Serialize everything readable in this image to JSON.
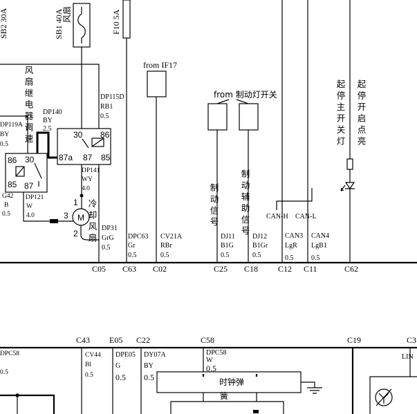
{
  "fuses": {
    "sb2": "SB2 30A",
    "sb1": "SB1 40A",
    "sb1_name": "风扇",
    "f10": "F10 5A"
  },
  "sources": {
    "if17": "from IF17",
    "brake_switch": "from 制动灯开关"
  },
  "captions": {
    "fan_relay_speed": "风扇继电器调速",
    "cooling_fan": "冷却风扇",
    "brake_signal": "制动信号",
    "brake_aux_signal": "制动辅助信号",
    "start_stop_main_switch_lamp": "起停主开关灯",
    "start_stop_on_light": "起停开启点亮"
  },
  "relay1": {
    "pin86": "86",
    "pin30": "30",
    "pin85": "85",
    "pin87": "87"
  },
  "relay2": {
    "pin30": "30",
    "pin86": "86",
    "pin87a": "87a",
    "pin87": "87",
    "pin85": "85"
  },
  "motor": {
    "symbol": "M",
    "pin1": "1",
    "pin2": "2",
    "pin3": "3"
  },
  "can": {
    "high": "CAN-H",
    "low": "CAN-L"
  },
  "wires": {
    "dp119a": {
      "id": "DP119A",
      "color": "BY",
      "gauge": "0.5"
    },
    "dp140": {
      "id": "DP140",
      "color": "BY",
      "gauge": "2.5"
    },
    "dp115d": {
      "id": "DP115D",
      "color": "RB1",
      "gauge": "0.5"
    },
    "dp141": {
      "id": "DP141",
      "color": "WY",
      "gauge": "4.0"
    },
    "g42": {
      "id": "G42",
      "color": "B",
      "gauge": "0.5"
    },
    "dp121": {
      "id": "DP121",
      "color": "W",
      "gauge": "4.0"
    },
    "dp31": {
      "id": "DP31",
      "color": "GrG",
      "gauge": "0.5"
    },
    "dpc63": {
      "id": "DPC63",
      "color": "Gr",
      "gauge": "0.5"
    },
    "cv21a": {
      "id": "CV21A",
      "color": "RBr",
      "gauge": "0.5"
    },
    "dj11": {
      "id": "DJ11",
      "color": "B1G",
      "gauge": "0.5"
    },
    "dj12": {
      "id": "DJ12",
      "color": "B1Gr",
      "gauge": "0.5"
    },
    "can3": {
      "id": "CAN3",
      "color": "LgR",
      "gauge": "0.5"
    },
    "can4": {
      "id": "CAN4",
      "color": "LgB1",
      "gauge": "0.5"
    },
    "dpc58_left": {
      "id": "DPC58",
      "gauge": "0.5"
    },
    "cv44": {
      "id": "CV44",
      "color": "Bl",
      "gauge": "0.5"
    },
    "dpe05": {
      "id": "DPE05",
      "color": "G",
      "gauge": "0.5"
    },
    "dy07a": {
      "id": "DY07A",
      "color": "BY",
      "gauge": "0.5"
    },
    "dpc58": {
      "id": "DPC58",
      "color": "W",
      "gauge": "0.5"
    }
  },
  "connectors_upper": [
    "C05",
    "C63",
    "C02",
    "C25",
    "C18",
    "C12",
    "C11",
    "C62"
  ],
  "connectors_lower": [
    "C43",
    "E05",
    "C22",
    "C58",
    "C19",
    "C3"
  ],
  "clock_spring": {
    "line1": "时钟弹",
    "line2": "簧"
  },
  "lin_label": "LIN"
}
